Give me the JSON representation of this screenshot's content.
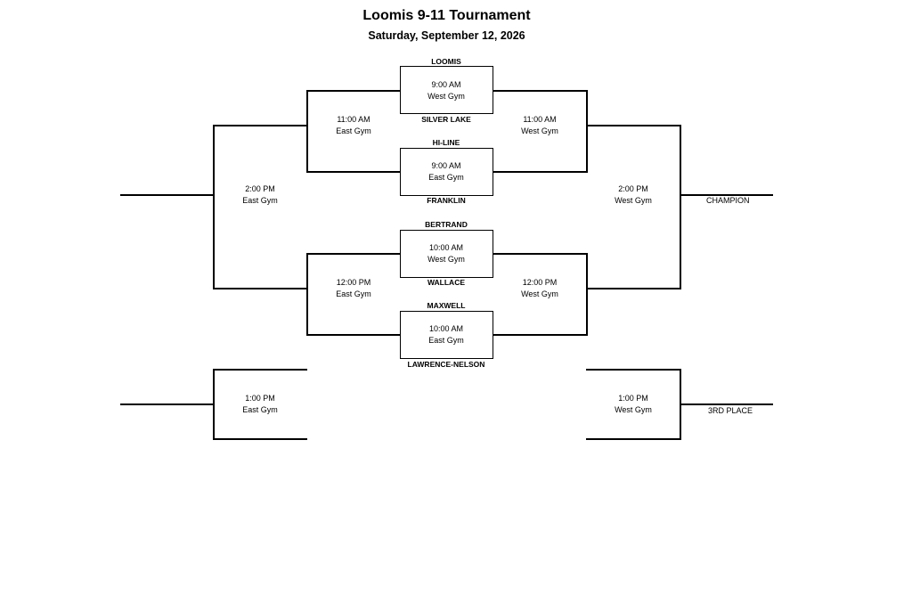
{
  "header": {
    "title": "Loomis 9-11 Tournament",
    "subtitle": "Saturday, September 12, 2026"
  },
  "teams": {
    "t1": "LOOMIS",
    "t2": "SILVER LAKE",
    "t3": "HI-LINE",
    "t4": "FRANKLIN",
    "t5": "BERTRAND",
    "t6": "WALLACE",
    "t7": "MAXWELL",
    "t8": "LAWRENCE-NELSON"
  },
  "games": {
    "g1": {
      "time": "9:00 AM",
      "place": "West Gym"
    },
    "g2": {
      "time": "9:00 AM",
      "place": "East Gym"
    },
    "g3": {
      "time": "10:00 AM",
      "place": "West Gym"
    },
    "g4": {
      "time": "10:00 AM",
      "place": "East Gym"
    },
    "sf_left_top": {
      "time": "11:00 AM",
      "place": "East Gym"
    },
    "sf_right_top": {
      "time": "11:00 AM",
      "place": "West Gym"
    },
    "sf_left_bottom": {
      "time": "12:00 PM",
      "place": "East Gym"
    },
    "sf_right_bottom": {
      "time": "12:00 PM",
      "place": "West Gym"
    },
    "final_left": {
      "time": "2:00 PM",
      "place": "East Gym"
    },
    "final_right": {
      "time": "2:00 PM",
      "place": "West Gym"
    },
    "third_left": {
      "time": "1:00 PM",
      "place": "East Gym"
    },
    "third_right": {
      "time": "1:00 PM",
      "place": "West Gym"
    }
  },
  "results": {
    "champion": "CHAMPION",
    "third_place": "3RD PLACE"
  }
}
